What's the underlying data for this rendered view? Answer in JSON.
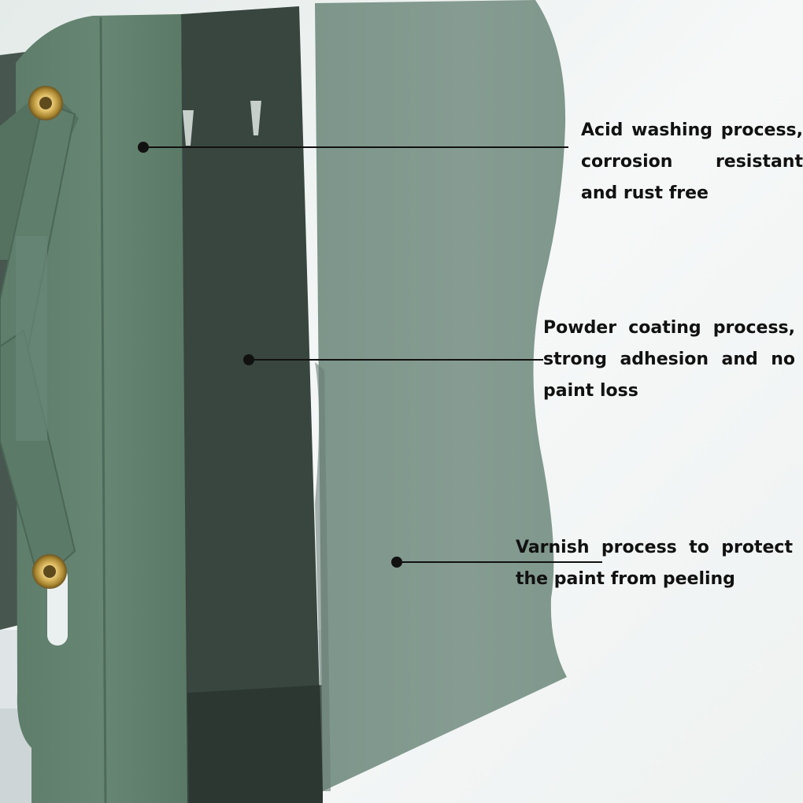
{
  "callouts": [
    {
      "text": "Acid washing process, corrosion resistant and rust free"
    },
    {
      "text": "Powder coating process, strong adhesion and no paint loss"
    },
    {
      "text": "Varnish process to protect the paint from peeling"
    }
  ],
  "colors": {
    "background": "#f2f5f4",
    "bracket_green": "#607f6c",
    "bracket_dark": "#3a4943",
    "panel_sage": "#839a90",
    "callout_text": "#111111"
  }
}
